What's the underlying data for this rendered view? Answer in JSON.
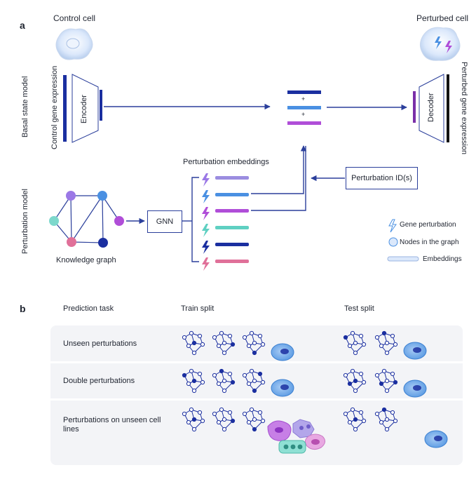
{
  "panel_a": {
    "label": "a",
    "control_cell": "Control cell",
    "perturbed_cell": "Perturbed cell",
    "basal_state_model": "Basal state model",
    "perturbation_model": "Perturbation model",
    "control_gene_expression": "Control gene expression",
    "perturbed_gene_expression": "Perturbed gene expression",
    "encoder": "Encoder",
    "decoder": "Decoder",
    "plus": "+",
    "perturbation_embeddings": "Perturbation embeddings",
    "perturbation_ids": "Perturbation ID(s)",
    "gnn": "GNN",
    "knowledge_graph": "Knowledge graph",
    "legend": {
      "gene_perturbation": "Gene perturbation",
      "nodes": "Nodes in the graph",
      "embeddings": "Embeddings"
    },
    "colors": {
      "navy": "#1b2fa0",
      "blue": "#4a90e2",
      "purple": "#b04ed8",
      "lavender": "#9b8de0",
      "teal": "#5fd0c2",
      "pink": "#e07099",
      "dark": "#1a1a2e"
    }
  },
  "panel_b": {
    "label": "b",
    "headers": {
      "task": "Prediction task",
      "train": "Train split",
      "test": "Test split"
    },
    "rows": [
      {
        "task": "Unseen perturbations"
      },
      {
        "task": "Double perturbations"
      },
      {
        "task": "Perturbations on unseen cell lines"
      }
    ]
  }
}
